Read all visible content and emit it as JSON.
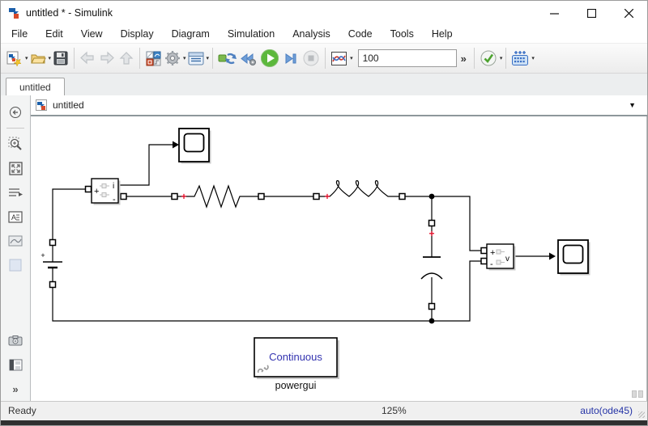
{
  "window": {
    "title": "untitled * - Simulink"
  },
  "menu": {
    "items": [
      "File",
      "Edit",
      "View",
      "Display",
      "Diagram",
      "Simulation",
      "Analysis",
      "Code",
      "Tools",
      "Help"
    ]
  },
  "toolbar": {
    "stop_time": "100",
    "overflow_label": "»"
  },
  "icons": {
    "caret": "▾",
    "breadcrumb_caret": "▼",
    "palette_collapse": "»"
  },
  "tabs": {
    "active_label": "untitled"
  },
  "breadcrumb": {
    "model_label": "untitled"
  },
  "circuit": {
    "current_measurement": {
      "i": "i",
      "plus": "+",
      "minus": "-"
    },
    "voltage_measurement": {
      "plus": "+",
      "minus": "-",
      "v": "v"
    },
    "battery_plus": "+",
    "terminal_plus_left_resistor": "+",
    "terminal_plus_left_inductor": "+",
    "terminal_plus_capacitor": "+",
    "powergui": {
      "text": "Continuous",
      "label": "powergui"
    },
    "colors": {
      "wire": "#000000",
      "terminal_plus": "#e8112d",
      "powergui_text": "#3333b0"
    }
  },
  "statusbar": {
    "status": "Ready",
    "zoom": "125%",
    "solver": "auto(ode45)"
  }
}
